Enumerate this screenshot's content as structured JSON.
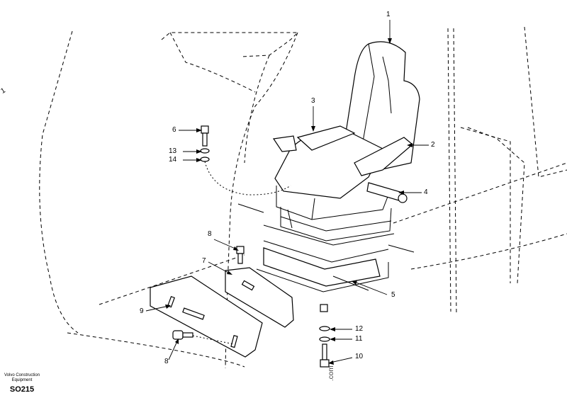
{
  "footer": {
    "brand_line1": "Volvo Construction",
    "brand_line2": "Equipment",
    "code": "SO215"
  },
  "watermark": ".com",
  "edge_mark": "1",
  "callouts": [
    {
      "id": "c1",
      "label": "1",
      "part": "seat"
    },
    {
      "id": "c2",
      "label": "2",
      "part": "right-armrest"
    },
    {
      "id": "c3",
      "label": "3",
      "part": "left-armrest"
    },
    {
      "id": "c4",
      "label": "4",
      "part": "adjustment-handle"
    },
    {
      "id": "c5",
      "label": "5",
      "part": "seat-rail-assembly"
    },
    {
      "id": "c6",
      "label": "6",
      "part": "bolt"
    },
    {
      "id": "c13",
      "label": "13",
      "part": "washer"
    },
    {
      "id": "c14",
      "label": "14",
      "part": "washer"
    },
    {
      "id": "c7",
      "label": "7",
      "part": "mounting-bracket"
    },
    {
      "id": "c8a",
      "label": "8",
      "part": "bolt"
    },
    {
      "id": "c9",
      "label": "9",
      "part": "cover-plate"
    },
    {
      "id": "c8b",
      "label": "8",
      "part": "bolt"
    },
    {
      "id": "c12",
      "label": "12",
      "part": "washer"
    },
    {
      "id": "c11",
      "label": "11",
      "part": "spring-washer"
    },
    {
      "id": "c10",
      "label": "10",
      "part": "bolt"
    }
  ]
}
